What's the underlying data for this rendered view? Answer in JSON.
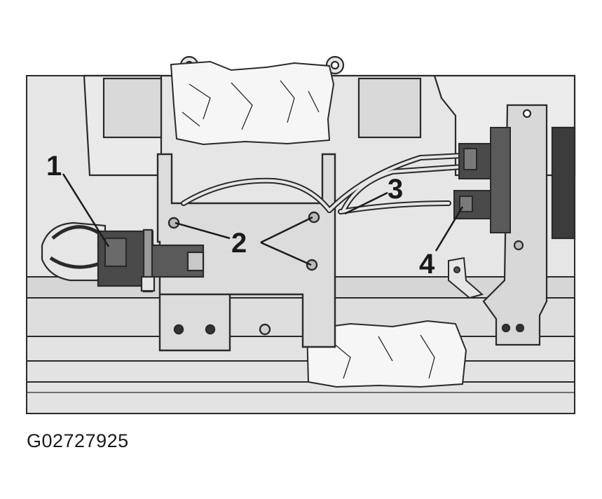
{
  "figure": {
    "id": "G02727925"
  },
  "callouts": [
    {
      "number": "1"
    },
    {
      "number": "2"
    },
    {
      "number": "3"
    },
    {
      "number": "4"
    }
  ],
  "colors": {
    "line": "#2a2a2a",
    "panel": "#dcdcdc",
    "panel_light": "#ededed",
    "panel_dark": "#bdbdbd",
    "cloth": "#f4f4f4",
    "component_dark": "#4a4a4a"
  }
}
